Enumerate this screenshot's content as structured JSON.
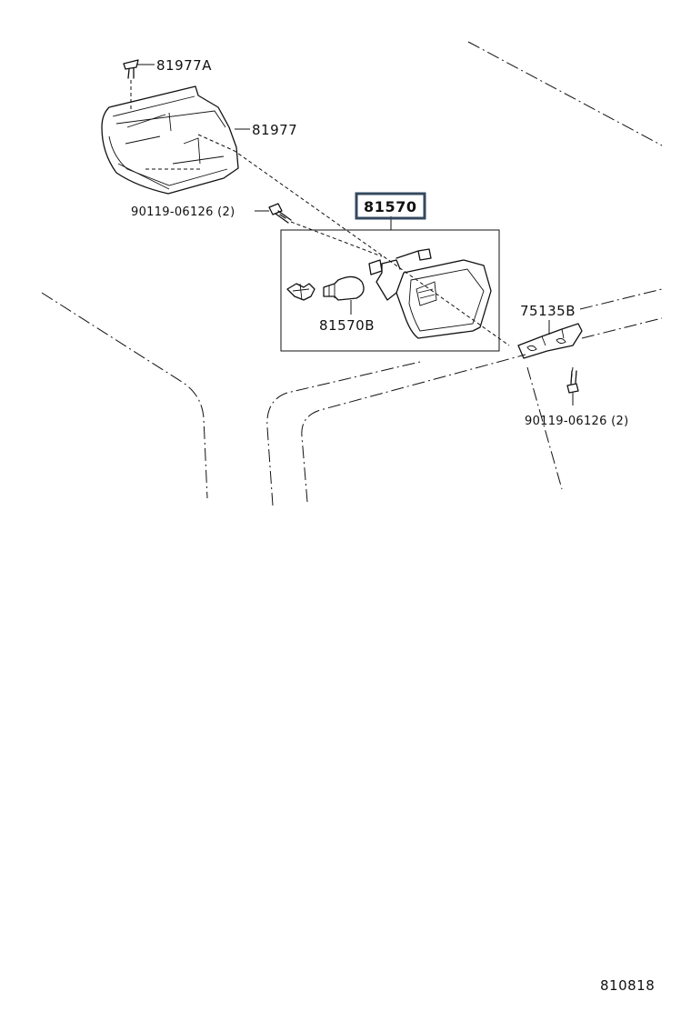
{
  "parts": {
    "clip_81977A": "81977A",
    "cover_81977": "81977",
    "bolt_left": "90119-06126 (2)",
    "lamp_assy": "81570",
    "bulb": "81570B",
    "bracket": "75135B",
    "bolt_right": "90119-06126 (2)"
  },
  "diagram_code": "810818",
  "colors": {
    "highlight_border": "#34495e"
  }
}
